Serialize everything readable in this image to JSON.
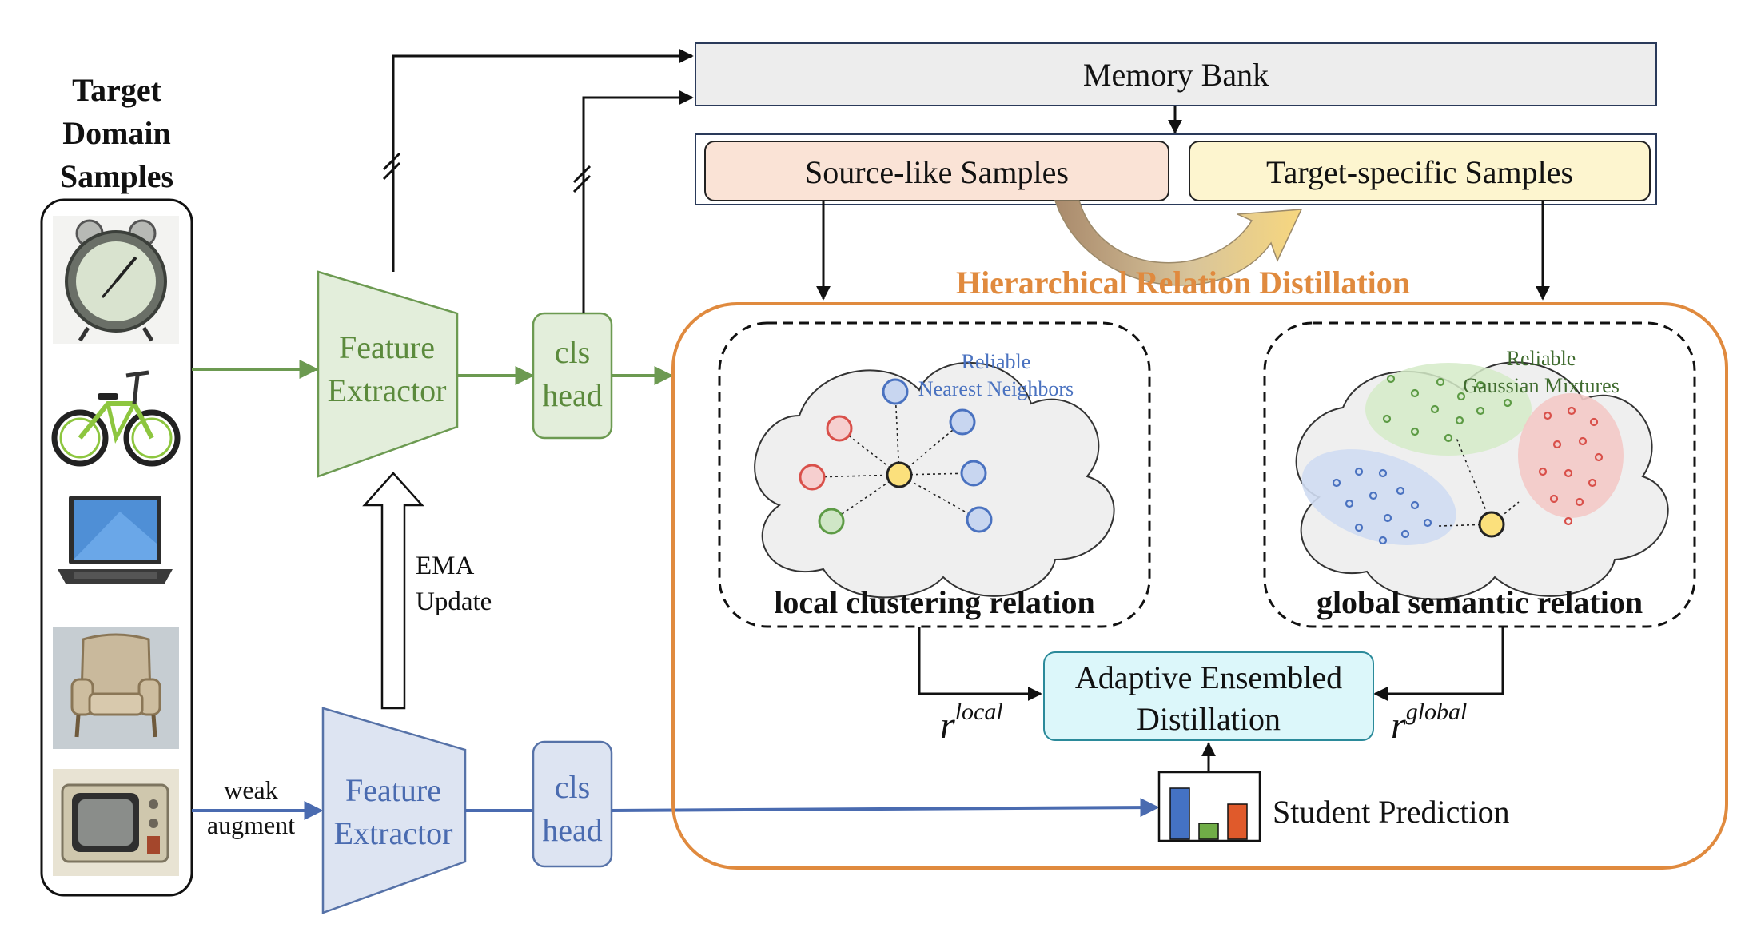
{
  "left_panel": {
    "title_lines": [
      "Target",
      "Domain",
      "Samples"
    ],
    "images": [
      "alarm-clock-icon",
      "bicycle-icon",
      "laptop-icon",
      "armchair-icon",
      "television-icon"
    ]
  },
  "teacher": {
    "feature_extractor_lines": [
      "Feature",
      "Extractor"
    ],
    "cls_head_lines": [
      "cls",
      "head"
    ]
  },
  "student": {
    "feature_extractor_lines": [
      "Feature",
      "Extractor"
    ],
    "cls_head_lines": [
      "cls",
      "head"
    ],
    "input_label_lines": [
      "weak",
      "augment"
    ]
  },
  "ema_label_lines": [
    "EMA",
    "Update"
  ],
  "memory_bank": {
    "label": "Memory Bank",
    "source_like": "Source-like Samples",
    "target_specific": "Target-specific Samples"
  },
  "hrd": {
    "title": "Hierarchical Relation Distillation",
    "local": {
      "caption": "local clustering relation",
      "annotation_lines": [
        "Reliable",
        "Nearest Neighbors"
      ]
    },
    "global": {
      "caption": "global semantic relation",
      "annotation_lines": [
        "Reliable",
        "Gaussian Mixtures"
      ]
    },
    "ensemble_lines": [
      "Adaptive Ensembled",
      "Distillation"
    ],
    "r_local": {
      "base": "r",
      "sup": "local"
    },
    "r_global": {
      "base": "r",
      "sup": "global"
    },
    "student_prediction": "Student Prediction"
  },
  "colors": {
    "green_fill": "#e3eedb",
    "green_stroke": "#6c9a51",
    "green_text": "#5b8a3c",
    "blue_fill": "#dde4f2",
    "blue_stroke": "#5672a8",
    "blue_text": "#4a6bb0",
    "orange": "#e08a3e",
    "memory_fill": "#ededed",
    "source_fill": "#fae3d6",
    "target_fill": "#fdf5cf",
    "ensemble_fill": "#dcf7fa",
    "bar_blue": "#4472c4",
    "bar_green": "#70ad47",
    "bar_red": "#e05a2b"
  }
}
